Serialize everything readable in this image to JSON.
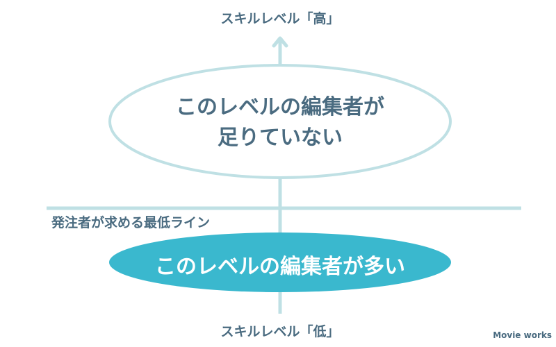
{
  "axis": {
    "top_label": "スキルレベル「高」",
    "bottom_label": "スキルレベル「低」"
  },
  "upper_group": {
    "line1": "このレベルの編集者が",
    "line2": "足りていない"
  },
  "threshold": {
    "label": "発注者が求める最低ライン"
  },
  "lower_group": {
    "text": "このレベルの編集者が多い"
  },
  "brand": "Movie works",
  "colors": {
    "text": "#4a6b80",
    "line": "#bfe0e4",
    "accent": "#3ab8ce"
  }
}
